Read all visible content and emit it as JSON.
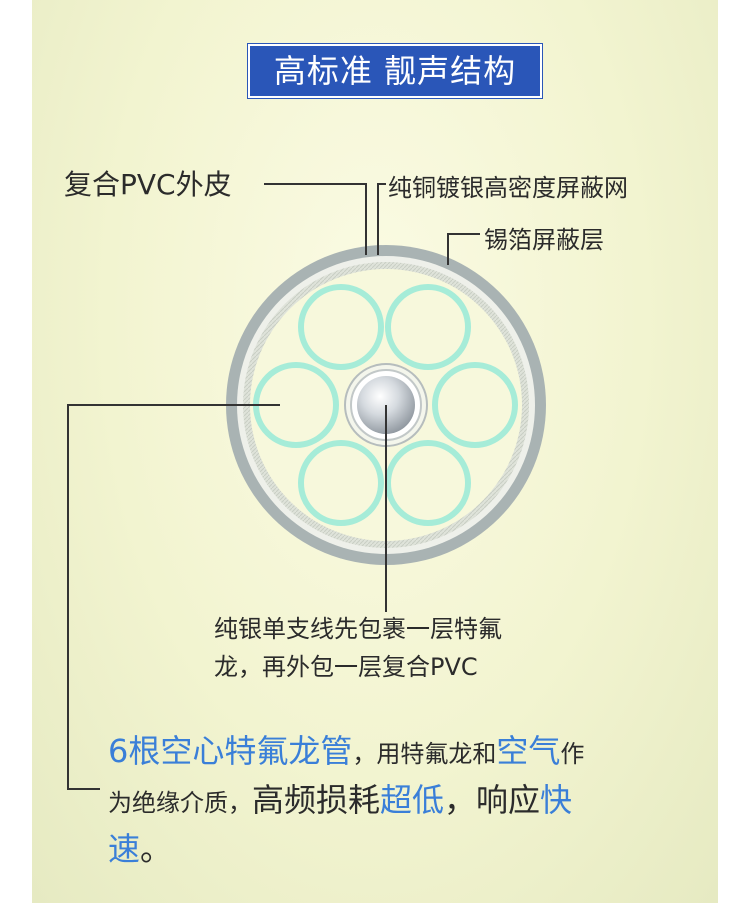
{
  "title": "高标准 靓声结构",
  "labels": {
    "pvc_jacket": "复合PVC外皮",
    "copper_mesh": "纯铜镀银高密度屏蔽网",
    "tin_foil": "锡箔屏蔽层",
    "silver_wire_1": "纯银单支线先包裹一层特氟",
    "silver_wire_2": "龙，再外包一层复合PVC"
  },
  "description": {
    "s1": "6根空心特氟龙管",
    "s2": "，用特氟龙和",
    "s3": "空气",
    "s4": "作",
    "s5": "为绝缘介质，",
    "s6": "高频损耗",
    "s7": "超低",
    "s8": "，响应",
    "s9": "快",
    "s10": "速",
    "s11": "。"
  },
  "colors": {
    "title_bg": "#2a56b8",
    "highlight": "#3a7fd8",
    "tube": "#a6ecd8",
    "jacket": "#a9b3b3"
  }
}
